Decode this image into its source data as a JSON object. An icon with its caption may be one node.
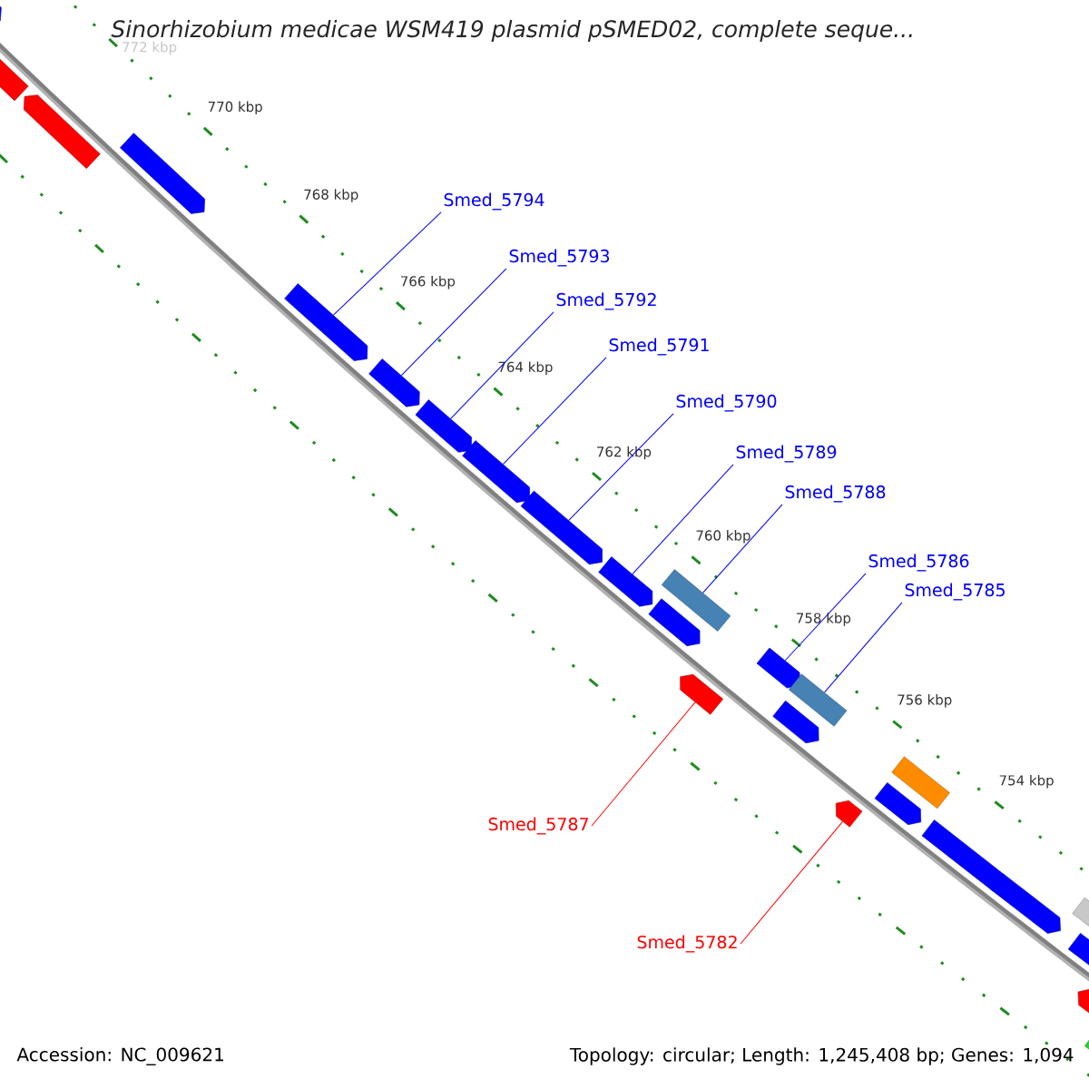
{
  "diagram": {
    "title": "Sinorhizobium medicae WSM419 plasmid pSMED02, complete seque...",
    "nodes": [
      {
        "text": [
          "Smed_5794"
        ]
      },
      {
        "text": [
          "Smed_5793"
        ]
      },
      {
        "text": [
          "Smed_5792"
        ]
      },
      {
        "text": [
          "Smed_5791"
        ]
      },
      {
        "text": [
          "Smed_5790"
        ]
      },
      {
        "text": [
          "Smed_5789"
        ]
      },
      {
        "text": [
          "Smed_5788"
        ]
      },
      {
        "text": [
          "Smed_5786"
        ]
      },
      {
        "text": [
          "Smed_5785"
        ]
      },
      {
        "text": [
          "Smed_5787"
        ]
      },
      {
        "text": [
          "Smed_5782"
        ]
      },
      {
        "text": [],
        "shape": "arrow"
      },
      {
        "text": [],
        "shape": "arrow"
      },
      {
        "text": [],
        "shape": "arrow"
      },
      {
        "text": [],
        "shape": "arrow"
      },
      {
        "text": [],
        "shape": "arrow"
      },
      {
        "text": [],
        "shape": "arrow"
      },
      {
        "text": [],
        "shape": "arrow"
      },
      {
        "text": [],
        "shape": "arrow"
      },
      {
        "text": [],
        "shape": "arrow"
      },
      {
        "text": [],
        "shape": "arrow"
      },
      {
        "text": [],
        "shape": "arrow"
      },
      {
        "text": [],
        "shape": "arrow"
      },
      {
        "text": [],
        "shape": "box"
      },
      {
        "text": [],
        "shape": "arrow"
      },
      {
        "text": [],
        "shape": "arrow"
      },
      {
        "text": [],
        "shape": "box"
      },
      {
        "text": [],
        "shape": "arrow"
      },
      {
        "text": [],
        "shape": "arrow"
      },
      {
        "text": [],
        "shape": "box"
      },
      {
        "text": [],
        "shape": "arrow"
      },
      {
        "text": [],
        "shape": "arrow"
      },
      {
        "text": [],
        "shape": "arrow"
      },
      {
        "text": [],
        "shape": "arrow"
      },
      {
        "text": [],
        "shape": "box"
      },
      {
        "text": [],
        "shape": "arrow"
      }
    ],
    "edges": [
      {
        "from": 0,
        "to": 15,
        "arrow": "none"
      },
      {
        "from": 1,
        "to": 16,
        "arrow": "none"
      },
      {
        "from": 2,
        "to": 17,
        "arrow": "none"
      },
      {
        "from": 3,
        "to": 18,
        "arrow": "none"
      },
      {
        "from": 4,
        "to": 19,
        "arrow": "none"
      },
      {
        "from": 5,
        "to": 20,
        "arrow": "none"
      },
      {
        "from": 6,
        "to": 23,
        "arrow": "none"
      },
      {
        "from": 7,
        "to": 24,
        "arrow": "none"
      },
      {
        "from": 8,
        "to": 26,
        "arrow": "none"
      },
      {
        "from": 9,
        "to": 22,
        "arrow": "none",
        "color": "#ff0000"
      },
      {
        "from": 10,
        "to": 27,
        "arrow": "none",
        "color": "#ff0000"
      }
    ],
    "labels": [
      "772 kbp",
      "770 kbp",
      "768 kbp",
      "766 kbp",
      "764 kbp",
      "762 kbp",
      "760 kbp",
      "758 kbp",
      "756 kbp",
      "754 kbp",
      "Accession: NC_009621",
      "Topology: circular; Length: 1,245,408 bp; Genes: 1,094"
    ]
  }
}
